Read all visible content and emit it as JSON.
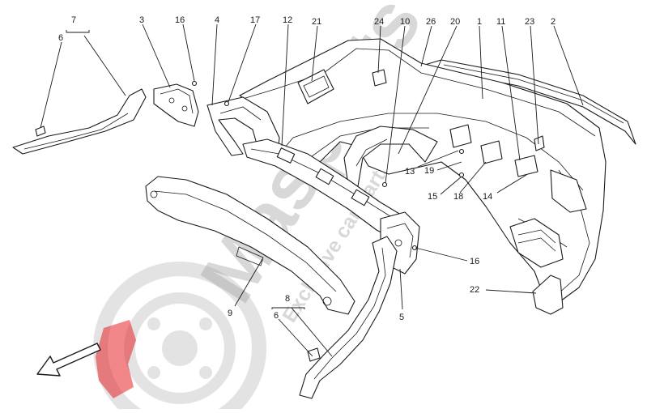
{
  "watermark": {
    "brand": "Masparts",
    "tagline": "Exclusive car Parts Specialist",
    "color": "#9a9a9a",
    "accent": "#e8242a"
  },
  "callouts": [
    {
      "id": "c7",
      "label": "7"
    },
    {
      "id": "c6a",
      "label": "6"
    },
    {
      "id": "c3",
      "label": "3"
    },
    {
      "id": "c16a",
      "label": "16"
    },
    {
      "id": "c4",
      "label": "4"
    },
    {
      "id": "c17",
      "label": "17"
    },
    {
      "id": "c12",
      "label": "12"
    },
    {
      "id": "c21",
      "label": "21"
    },
    {
      "id": "c24",
      "label": "24"
    },
    {
      "id": "c10",
      "label": "10"
    },
    {
      "id": "c26",
      "label": "26"
    },
    {
      "id": "c20",
      "label": "20"
    },
    {
      "id": "c1",
      "label": "1"
    },
    {
      "id": "c11",
      "label": "11"
    },
    {
      "id": "c23",
      "label": "23"
    },
    {
      "id": "c2",
      "label": "2"
    },
    {
      "id": "c13",
      "label": "13"
    },
    {
      "id": "c19",
      "label": "19"
    },
    {
      "id": "c15",
      "label": "15"
    },
    {
      "id": "c18",
      "label": "18"
    },
    {
      "id": "c14",
      "label": "14"
    },
    {
      "id": "c16b",
      "label": "16"
    },
    {
      "id": "c9",
      "label": "9"
    },
    {
      "id": "c8",
      "label": "8"
    },
    {
      "id": "c6b",
      "label": "6"
    },
    {
      "id": "c5",
      "label": "5"
    },
    {
      "id": "c22",
      "label": "22"
    }
  ],
  "icons": {
    "direction": "front-direction-arrow-icon",
    "wheel": "brake-disc-logo-icon"
  }
}
